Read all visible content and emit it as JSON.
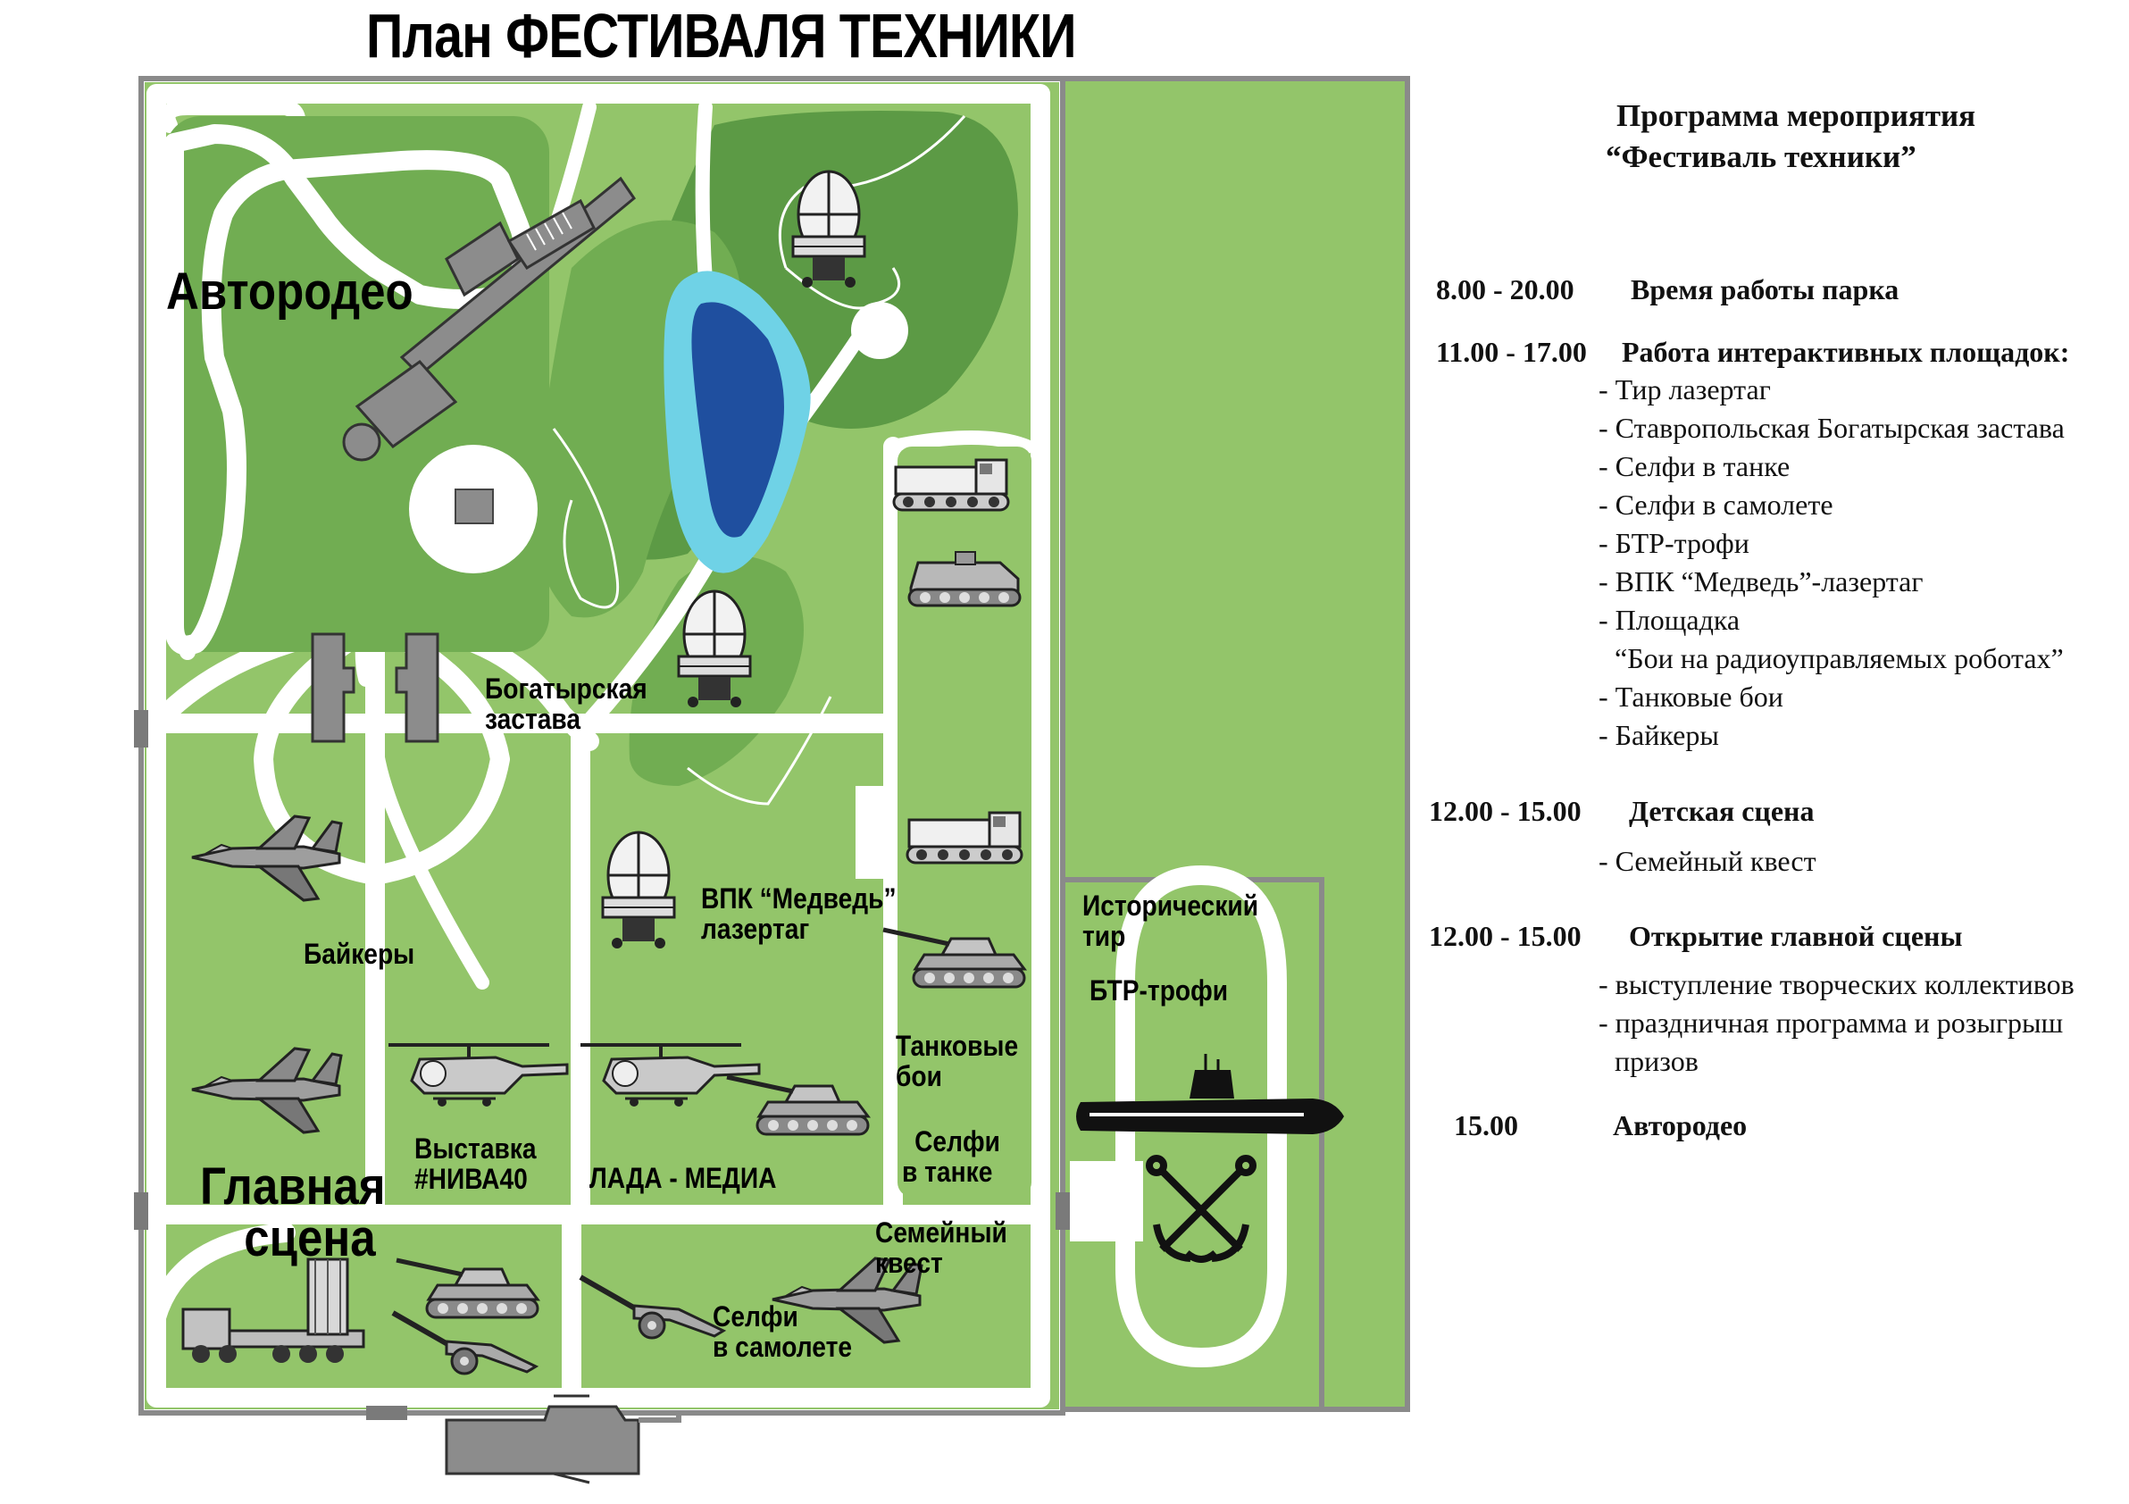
{
  "title": "План ФЕСТИВАЛЯ ТЕХНИКИ",
  "colors": {
    "grass_light": "#93c56a",
    "grass_mid": "#71ad52",
    "grass_dark": "#5c9a45",
    "path": "#ffffff",
    "building": "#8c8c8c",
    "water_edge": "#6fd2e6",
    "water": "#1f4f9f",
    "fence": "#8a8a8a"
  },
  "map_labels": {
    "avtorodeo": "Автородео",
    "bogatyrskaya_1": "Богатырская",
    "bogatyrskaya_2": "застава",
    "baikery": "Байкеры",
    "vpk_1": "ВПК “Медведь”",
    "vpk_2": "лазертаг",
    "tank_battles_1": "Танковые",
    "tank_battles_2": "бои",
    "selfie_tank_1": "Селфи",
    "selfie_tank_2": "в танке",
    "niva_1": "Выставка",
    "niva_2": "#НИВА40",
    "lada_media": "ЛАДА - МЕДИА",
    "main_stage_1": "Главная",
    "main_stage_2": "сцена",
    "family_quest_1": "Семейный",
    "family_quest_2": "квест",
    "selfie_plane_1": "Селфи",
    "selfie_plane_2": "в самолете",
    "historic_range_1": "Исторический",
    "historic_range_2": "тир",
    "btr_trophy": "БТР-трофи"
  },
  "icons": [
    "autodrome-track-icon",
    "building-icon",
    "pond-icon",
    "radar-icon",
    "tracked-vehicle-icon",
    "apc-icon",
    "tank-icon",
    "fighter-jet-icon",
    "helicopter-icon",
    "artillery-icon",
    "missile-launcher-icon",
    "submarine-icon",
    "anchors-icon"
  ],
  "program": {
    "title_1": "Программа мероприятия",
    "title_2": "“Фестиваль техники”",
    "blocks": [
      {
        "time": "8.00 - 20.00",
        "event": "Время работы парка",
        "items": []
      },
      {
        "time": "11.00 - 17.00",
        "event": "Работа интерактивных площадок:",
        "items": [
          "- Тир лазертаг",
          "- Ставропольская Богатырская застава",
          "- Селфи в танке",
          "- Селфи в самолете",
          "- БТР-трофи",
          "- ВПК “Медведь”-лазертаг",
          "- Площадка",
          "“Бои на радиоуправляемых роботах”",
          "- Танковые бои",
          "- Байкеры"
        ]
      },
      {
        "time": "12.00 - 15.00",
        "event": "Детская сцена",
        "items": [
          "- Семейный квест"
        ]
      },
      {
        "time": "12.00 - 15.00",
        "event": "Открытие главной сцены",
        "items": [
          "- выступление творческих коллективов",
          "- праздничная программа и розыгрыш",
          "призов"
        ]
      },
      {
        "time": "15.00",
        "event": "Автородео",
        "items": []
      }
    ]
  }
}
